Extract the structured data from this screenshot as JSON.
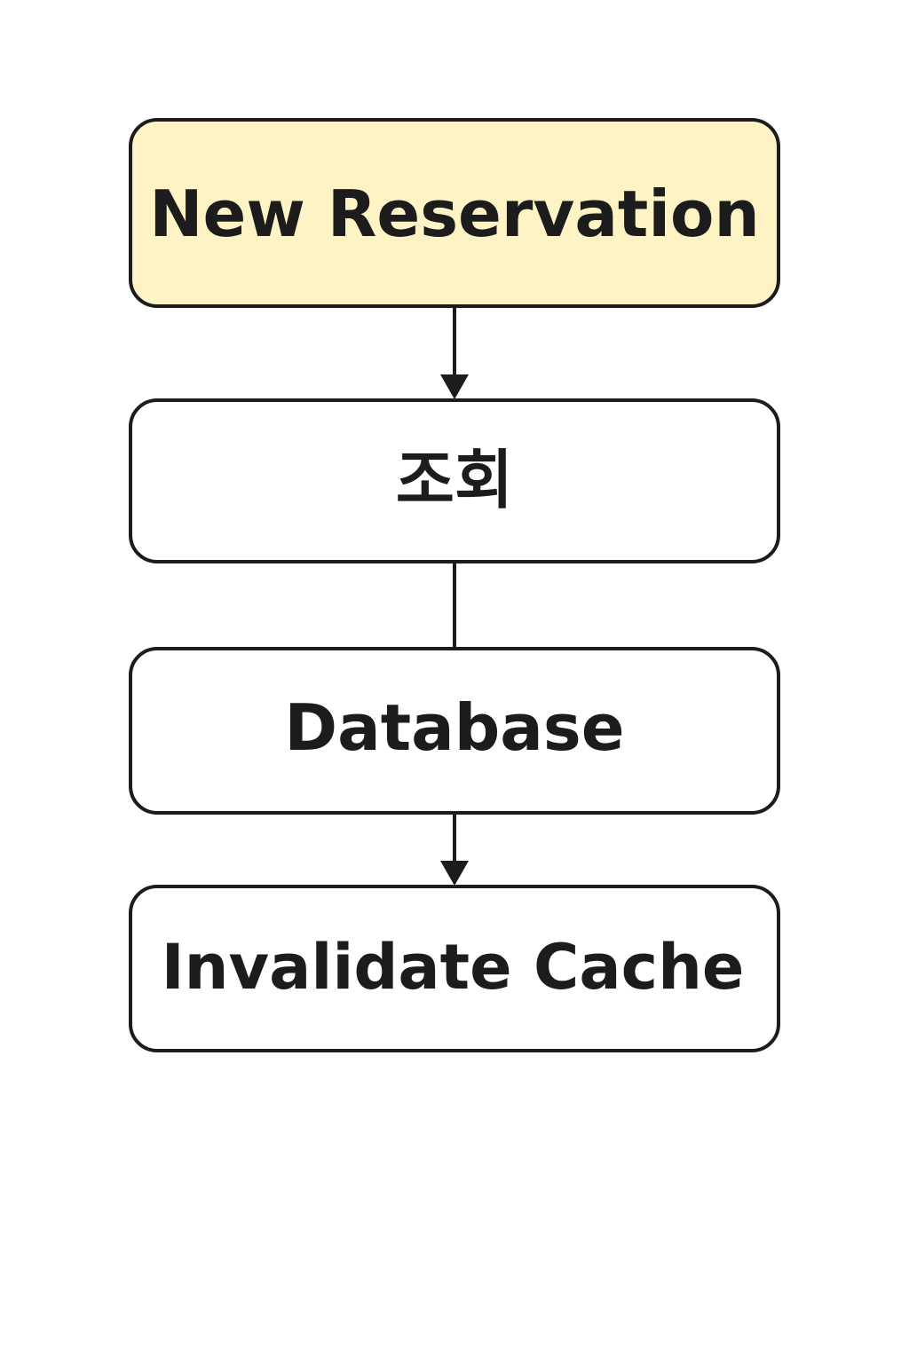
{
  "diagram": {
    "nodes": [
      {
        "id": "new-reservation",
        "label": "New Reservation",
        "fill": "#fdf3c4"
      },
      {
        "id": "lookup",
        "label": "조회",
        "fill": "#ffffff"
      },
      {
        "id": "database",
        "label": "Database",
        "fill": "#ffffff"
      },
      {
        "id": "invalidate-cache",
        "label": "Invalidate Cache",
        "fill": "#ffffff"
      }
    ],
    "edges": [
      {
        "from": "new-reservation",
        "to": "lookup",
        "arrow": true
      },
      {
        "from": "lookup",
        "to": "database",
        "arrow": false
      },
      {
        "from": "database",
        "to": "invalidate-cache",
        "arrow": true
      }
    ],
    "colors": {
      "stroke": "#1c1c1c",
      "text": "#1c1c1c",
      "highlight": "#fdf3c4",
      "background": "#ffffff"
    }
  }
}
